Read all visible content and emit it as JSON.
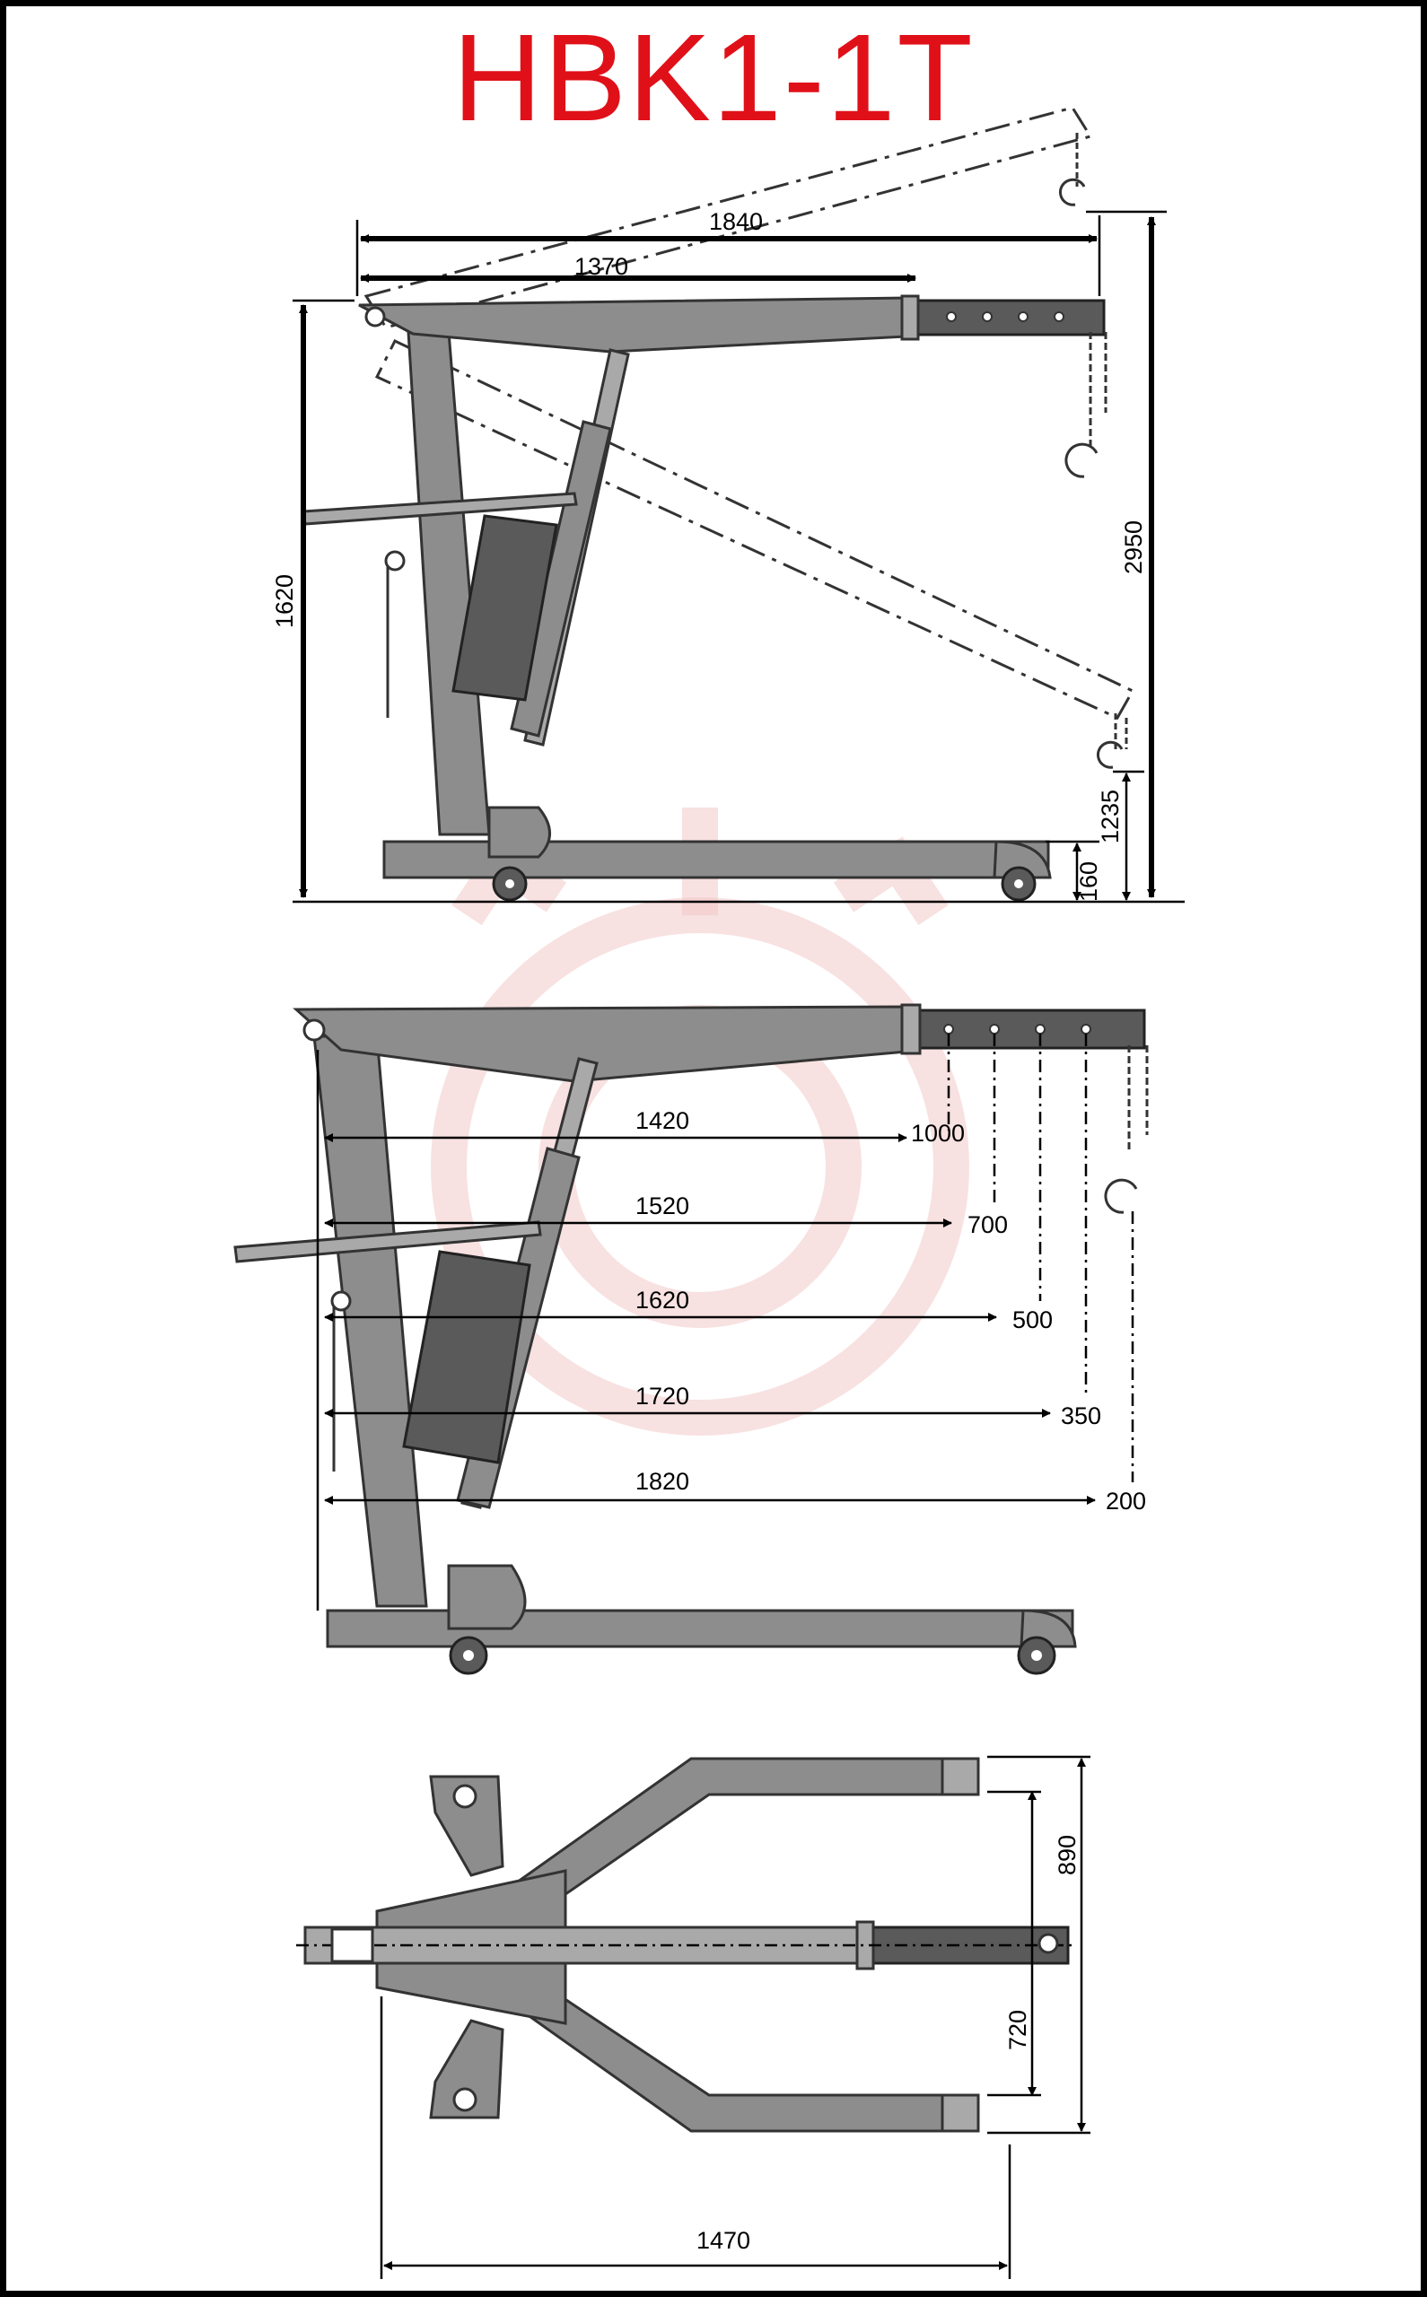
{
  "title": "HBK1-1T",
  "side_view": {
    "dims": [
      "1840",
      "1370",
      "1620",
      "2950",
      "1235",
      "160"
    ]
  },
  "load_chart": {
    "reaches": [
      "1420",
      "1520",
      "1620",
      "1720",
      "1820"
    ],
    "loads": [
      "1000",
      "700",
      "500",
      "350",
      "200"
    ]
  },
  "top_view": {
    "dims": [
      "890",
      "720",
      "1470"
    ]
  }
}
